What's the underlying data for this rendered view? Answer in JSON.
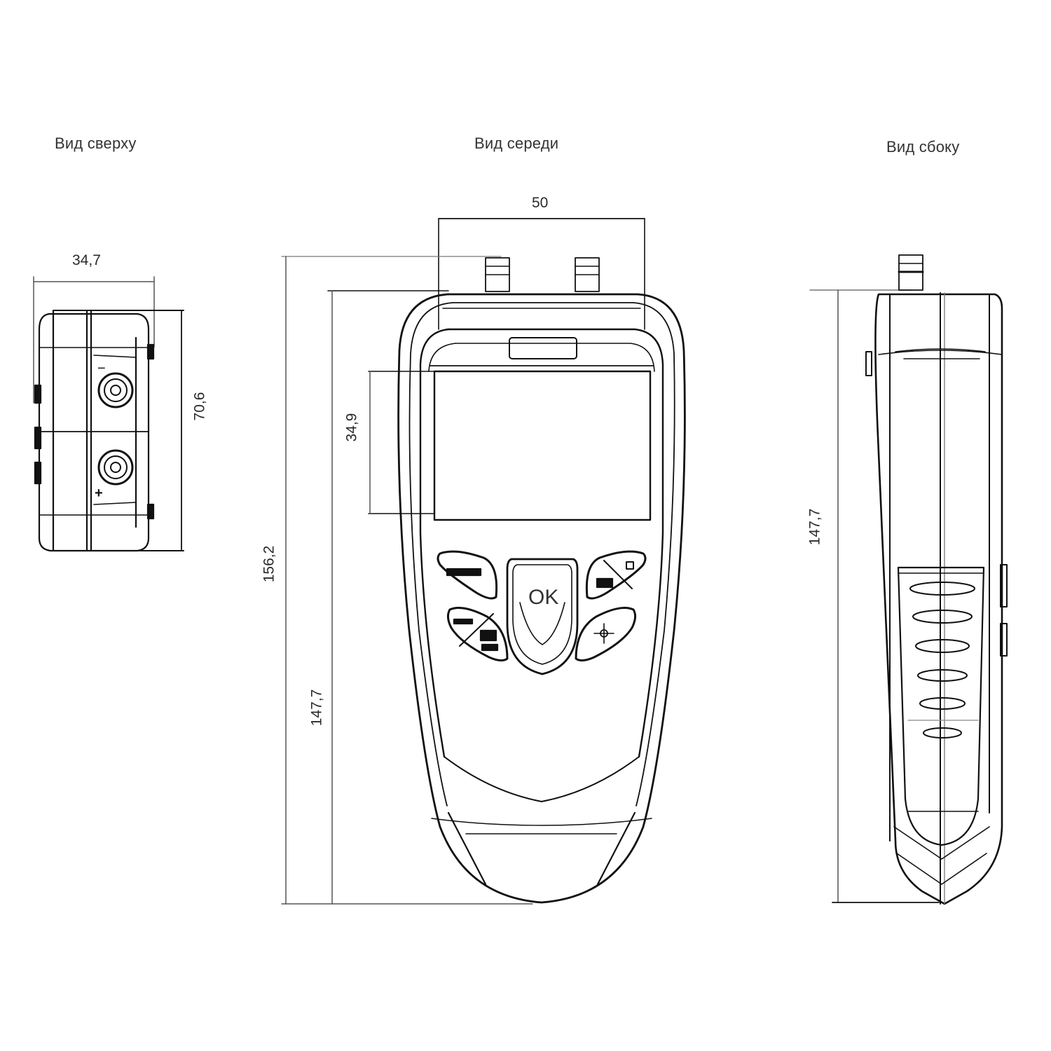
{
  "views": {
    "top": {
      "title": "Вид сверху",
      "width_dim": "34,7",
      "height_dim": "70,6",
      "port_minus": "−",
      "port_plus": "+"
    },
    "front": {
      "title": "Вид середи",
      "width_dim": "50",
      "screen_height_dim": "34,9",
      "total_height_dim": "156,2",
      "body_height_dim": "147,7",
      "ok_label": "OK"
    },
    "side": {
      "title": "Вид сбоку",
      "height_dim": "147,7"
    }
  },
  "colors": {
    "line": "#111111",
    "dim_line": "#555555",
    "background": "#ffffff"
  }
}
